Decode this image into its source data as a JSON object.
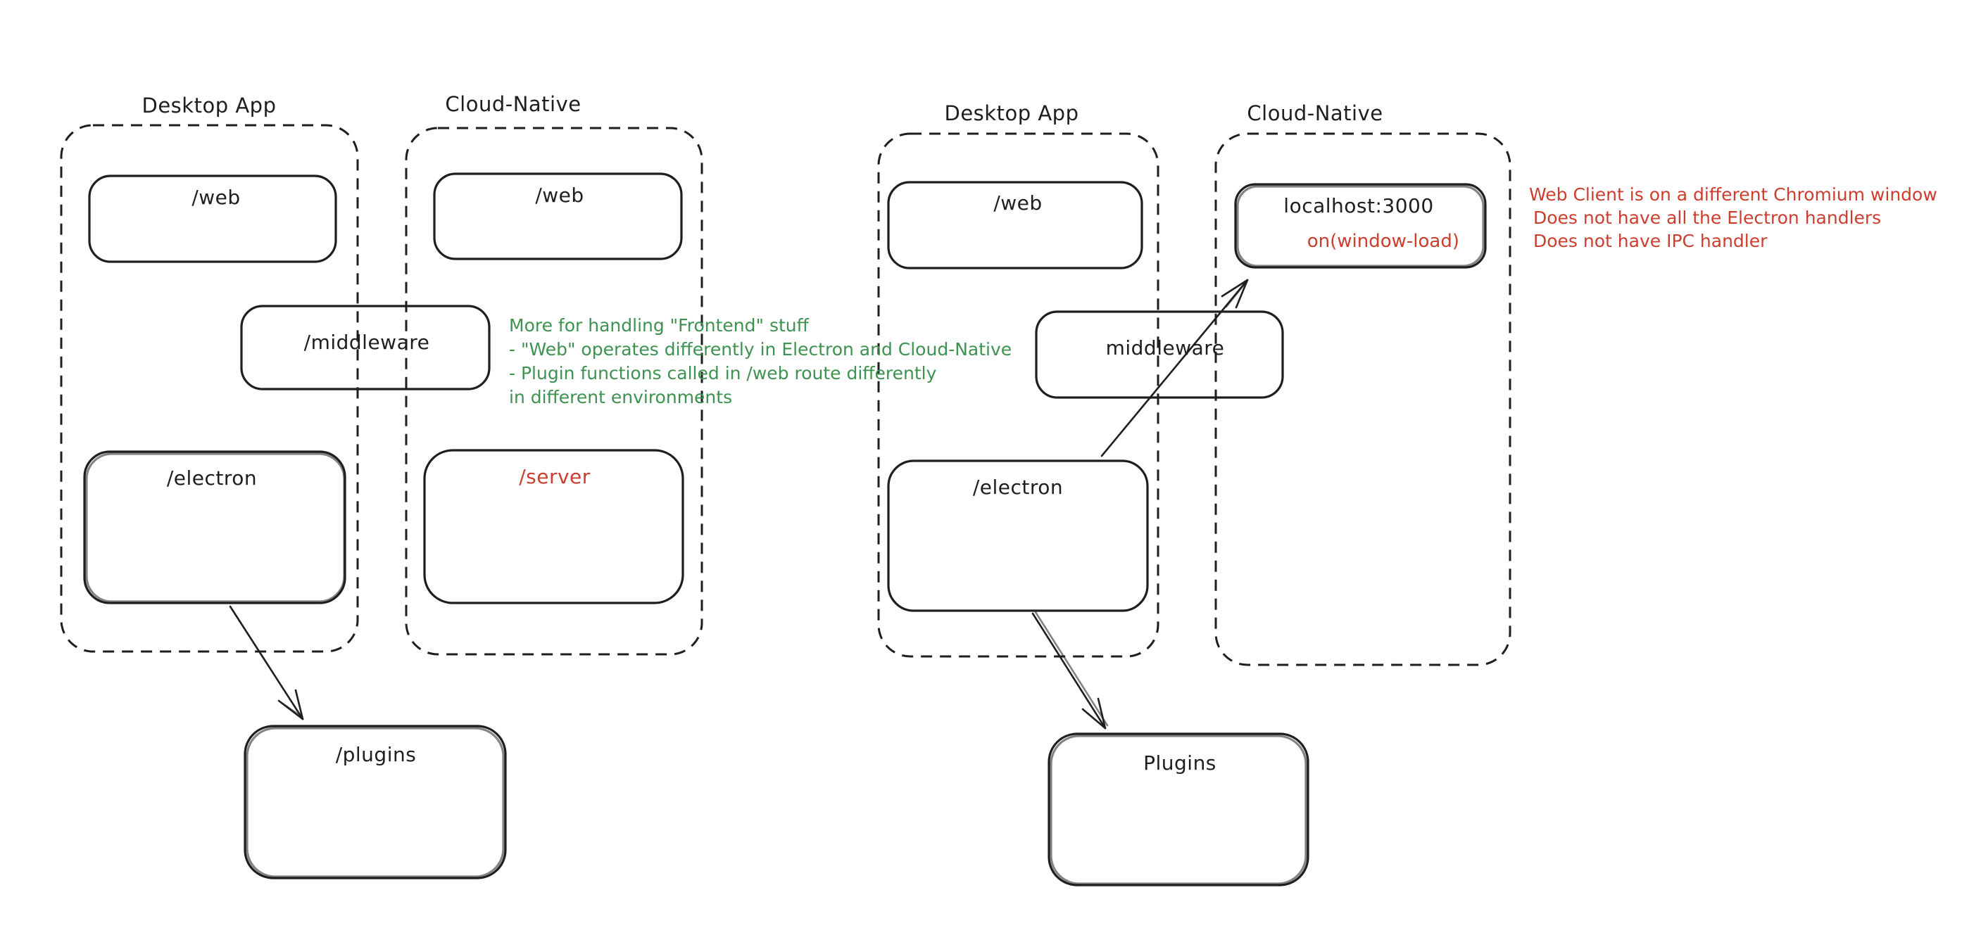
{
  "colors": {
    "ink": "#1e1e1e",
    "red": "#cd3d2e",
    "green": "#3e9250",
    "background": "#ffffff"
  },
  "left": {
    "desktop": {
      "title": "Desktop App",
      "web": "/web",
      "electron": "/electron"
    },
    "cloud": {
      "title": "Cloud-Native",
      "web": "/web",
      "server": "/server"
    },
    "middleware": "/middleware",
    "plugins": "/plugins",
    "note": {
      "color": "green",
      "lines": [
        "More for handling \"Frontend\" stuff",
        "- \"Web\" operates differently in Electron and Cloud-Native",
        "- Plugin functions called in /web route differently",
        "in different environments"
      ]
    }
  },
  "right": {
    "desktop": {
      "title": "Desktop App",
      "web": "/web",
      "electron": "/electron"
    },
    "cloud": {
      "title": "Cloud-Native",
      "localhost": "localhost:3000",
      "window_load": "on(window-load)"
    },
    "middleware": "middleware",
    "plugins": "Plugins",
    "note": {
      "color": "red",
      "lines": [
        "Web Client is on a different Chromium window",
        "Does not have all the Electron handlers",
        "Does not have IPC handler"
      ]
    }
  },
  "arrows": [
    {
      "from": "/electron (left Desktop App)",
      "to": "/plugins"
    },
    {
      "from": "/electron (right Desktop App)",
      "to": "localhost:3000"
    },
    {
      "from": "/electron (right Desktop App)",
      "to": "Plugins"
    }
  ]
}
